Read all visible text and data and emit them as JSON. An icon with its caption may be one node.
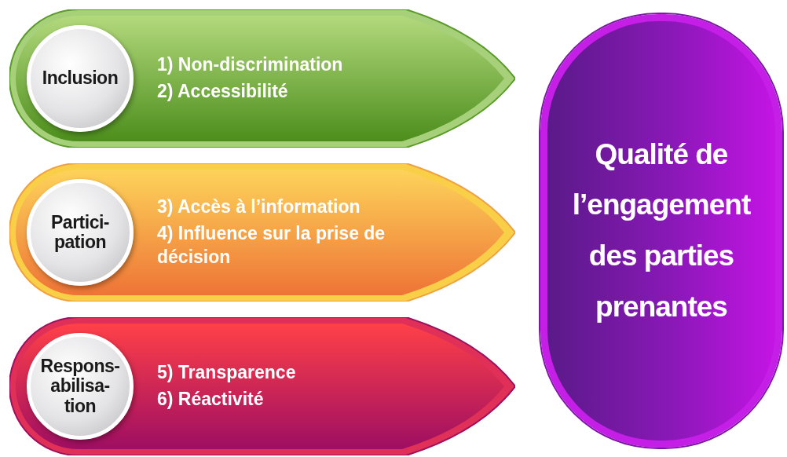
{
  "diagram": {
    "nodes": [
      {
        "text": [
          "1) Non-discrimination",
          "2) Accessibilité"
        ]
      },
      {
        "text": [
          "Inclusion"
        ],
        "in": 0
      },
      {
        "text": [
          "3) Accès à l’information",
          "4) Influence sur la prise de décision"
        ]
      },
      {
        "text": [
          "Partici- pation"
        ],
        "in": 2
      },
      {
        "text": [
          "5) Transparence",
          "6) Réactivité"
        ]
      },
      {
        "text": [
          "Respons- abilisa- tion"
        ],
        "in": 4
      },
      {
        "text": [
          "Qualité de l’engagement des parties prenantes"
        ]
      }
    ]
  }
}
